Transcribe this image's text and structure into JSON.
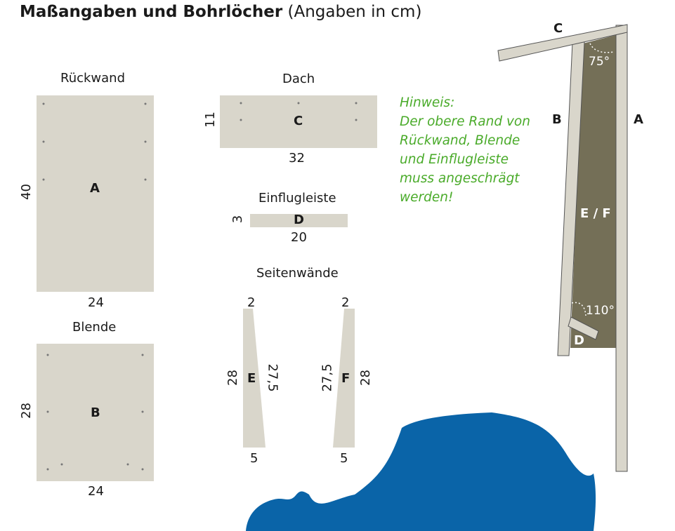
{
  "title": {
    "bold": "Maßangaben und Bohrlöcher",
    "normal": "(Angaben in cm)"
  },
  "panels": {
    "rueckwand": {
      "heading": "Rückwand",
      "letter": "A",
      "width": "24",
      "height": "40"
    },
    "blende": {
      "heading": "Blende",
      "letter": "B",
      "width": "24",
      "height": "28"
    },
    "dach": {
      "heading": "Dach",
      "letter": "C",
      "width": "32",
      "height": "11"
    },
    "einflugleiste": {
      "heading": "Einflugleiste",
      "letter": "D",
      "width": "20",
      "height": "3"
    },
    "seitenwaende": {
      "heading": "Seitenwände",
      "left": {
        "letter": "E",
        "top": "2",
        "bottom": "5",
        "left_side": "28",
        "right_side": "27,5"
      },
      "right": {
        "letter": "F",
        "top": "2",
        "bottom": "5",
        "left_side": "27,5",
        "right_side": "28"
      }
    }
  },
  "note": {
    "line1": "Hinweis:",
    "line2": "Der obere Rand von",
    "line3": "Rückwand, Blende",
    "line4": "und Einflugleiste",
    "line5": "muss angeschrägt",
    "line6": "werden!"
  },
  "assembly": {
    "label_c": "C",
    "label_b": "B",
    "label_a": "A",
    "label_ef": "E / F",
    "label_d": "D",
    "angle_top": "75°",
    "angle_bottom": "110°"
  },
  "colors": {
    "panel": "#d9d6cb",
    "panel_dark": "#746f57",
    "note": "#4aab2a",
    "blob": "#0a64a8"
  }
}
